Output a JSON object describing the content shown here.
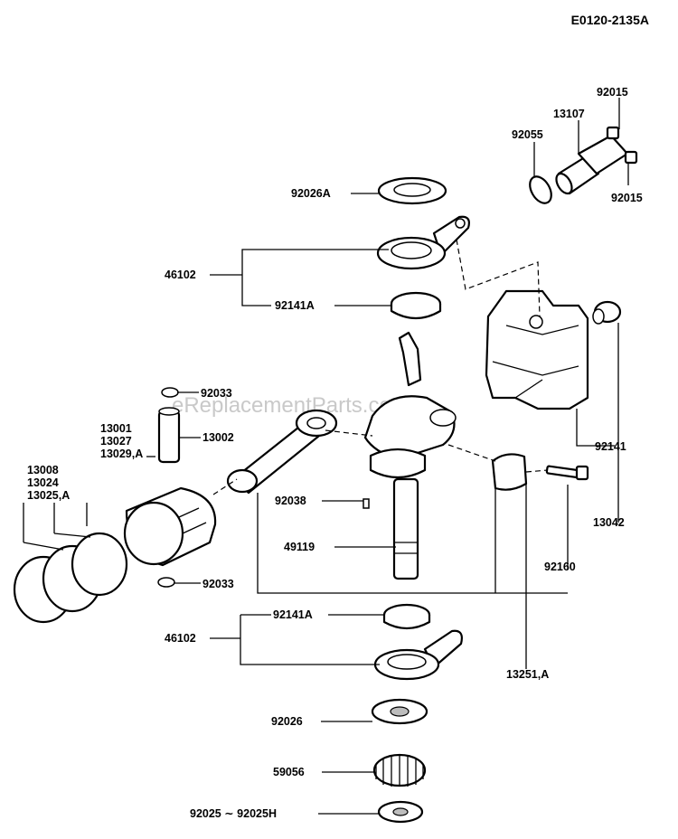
{
  "reference_code": "E0120-2135A",
  "watermark": "eReplacementParts.com",
  "labels": {
    "l_92015_top": "92015",
    "l_13107": "13107",
    "l_92055": "92055",
    "l_92015_bot": "92015",
    "l_92026A": "92026A",
    "l_46102_top": "46102",
    "l_92141A_top": "92141A",
    "l_92033_top": "92033",
    "l_13001": "13001",
    "l_13027": "13027",
    "l_13029A": "13029,A",
    "l_13002": "13002",
    "l_13008": "13008",
    "l_13024": "13024",
    "l_13025A": "13025,A",
    "l_92038": "92038",
    "l_49119": "49119",
    "l_92033_bot": "92033",
    "l_92141": "92141",
    "l_13042": "13042",
    "l_92160": "92160",
    "l_92141A_bot": "92141A",
    "l_46102_bot": "46102",
    "l_13251A": "13251,A",
    "l_92026": "92026",
    "l_59056": "59056",
    "l_92025": "92025 ∼ 92025H"
  }
}
